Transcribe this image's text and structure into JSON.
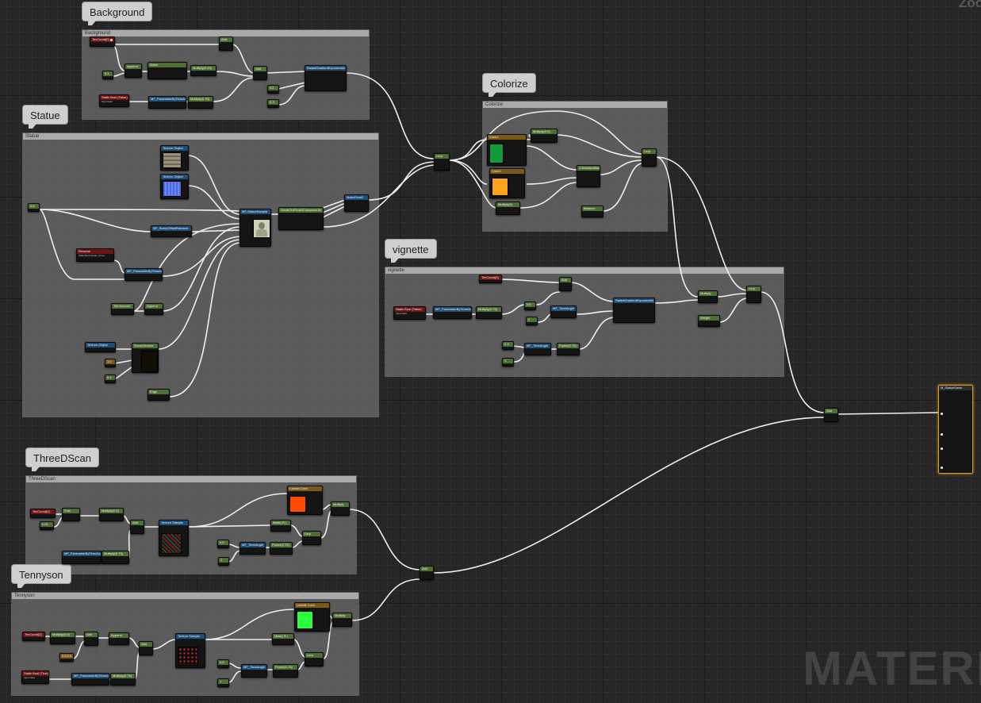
{
  "overlay": {
    "watermark": "MATERIA",
    "zoom_label": "Zoo"
  },
  "comments": [
    {
      "id": "background",
      "title": "Background",
      "header": "Background"
    },
    {
      "id": "statue",
      "title": "Statue",
      "header": "Statue"
    },
    {
      "id": "colorize",
      "title": "Colorize",
      "header": "Colorize"
    },
    {
      "id": "vignette",
      "title": "vignette",
      "header": "vignette"
    },
    {
      "id": "threedscan",
      "title": "ThreeDScan",
      "header": "ThreeDScan"
    },
    {
      "id": "tennyson",
      "title": "Tennyson",
      "header": "Tennyson"
    }
  ],
  "nodes": {
    "bg_texcoord": {
      "title": "TexCoord[0]"
    },
    "bg_const1": {
      "title": "0.1"
    },
    "bg_append": {
      "title": "Append"
    },
    "bg_noise": {
      "title": "Noise"
    },
    "bg_multiply1": {
      "title": "Multiply(0.25)"
    },
    "bg_add1": {
      "title": "Add"
    },
    "bg_add2": {
      "title": "Add"
    },
    "bg_static_bool": {
      "title": "Static Bool (False)",
      "subtitle": "Input Data"
    },
    "bg_mf_param": {
      "title": "MF_ParameterByTimeAngle"
    },
    "bg_multiply2": {
      "title": "Multiply(0.75)"
    },
    "bg_const2": {
      "title": "0.5"
    },
    "bg_const3": {
      "title": "0.3"
    },
    "bg_radial": {
      "title": "RadialGradientExponential"
    },
    "main_lerp": {
      "title": "Lerp"
    },
    "st_texobj1": {
      "title": "Texture Object"
    },
    "st_texobj2": {
      "title": "Texture Object"
    },
    "st_input": {
      "title": "0.8"
    },
    "st_mf_bumpoffset": {
      "title": "MF_BumpOffsetRandom"
    },
    "st_reverse": {
      "title": "Reverse",
      "subtitle": "Static Bool Param (True)"
    },
    "st_mf_paramsub": {
      "title": "MF_ParameterByTimeAngle"
    },
    "st_main": {
      "title": "MF-StatueSample"
    },
    "st_break": {
      "title": "BreakOutFloat4Components"
    },
    "st_make": {
      "title": "MakeFloat3"
    },
    "st_param1": {
      "title": "Tint Amount"
    },
    "st_append": {
      "title": "Append"
    },
    "st_texobj3": {
      "title": "Texture Object"
    },
    "st_const1": {
      "title": "1.0"
    },
    "st_const2": {
      "title": "0.4"
    },
    "st_scene": {
      "title": "SceneTexture"
    },
    "st_param2": {
      "title": "Edge"
    },
    "co_color1": {
      "title": "Color1"
    },
    "co_color2": {
      "title": "Color2"
    },
    "co_mult1": {
      "title": "Multiply(0.5)"
    },
    "co_mult2": {
      "title": "Multiply(2)"
    },
    "co_desat": {
      "title": "1-Desaturation"
    },
    "co_balance": {
      "title": "Balance"
    },
    "co_lerp": {
      "title": "Lerp"
    },
    "vi_texcoord": {
      "title": "TexCoord[0]"
    },
    "vi_static_bool": {
      "title": "Static Bool (False)",
      "subtitle": "Input Data"
    },
    "vi_mf_param": {
      "title": "MF_ParameterByTimeAngle"
    },
    "vi_multiply": {
      "title": "Multiply(0.75)"
    },
    "vi_add": {
      "title": "Add"
    },
    "vi_const1": {
      "title": "0.5"
    },
    "vi_const2": {
      "title": "1"
    },
    "vi_mf_time": {
      "title": "MF_TimeAngle"
    },
    "vi_radial": {
      "title": "RadialGradientExponential"
    },
    "vi_const3": {
      "title": "0.3"
    },
    "vi_const4": {
      "title": "1"
    },
    "vi_mf_time2": {
      "title": "MF_TimeAngle"
    },
    "vi_power": {
      "title": "Power(0.75)"
    },
    "vi_mult": {
      "title": "Multiply"
    },
    "vi_weight": {
      "title": "Weight"
    },
    "vi_lerp": {
      "title": "Lerp"
    },
    "final_add": {
      "title": "Add"
    },
    "tds_texcoord": {
      "title": "TexCoord[0]"
    },
    "tds_const1": {
      "title": "0.01"
    },
    "tds_frac": {
      "title": "Frac"
    },
    "tds_mult1": {
      "title": "Multiply(0.5)"
    },
    "tds_add": {
      "title": "Add"
    },
    "tds_mf_param": {
      "title": "MF_ParameterByTimeAngle"
    },
    "tds_mult2": {
      "title": "Multiply(0.75)"
    },
    "tds_texsample": {
      "title": "Texture Sample"
    },
    "tds_color": {
      "title": "LabelA Color"
    },
    "tds_mask": {
      "title": "Mask( R )"
    },
    "tds_const2": {
      "title": "0.5"
    },
    "tds_const3": {
      "title": "1"
    },
    "tds_mf_time": {
      "title": "MF_TimeAngle"
    },
    "tds_power": {
      "title": "Power(2.75)"
    },
    "tds_lerp": {
      "title": "Lerp"
    },
    "tds_mult3": {
      "title": "Multiply"
    },
    "merge_add": {
      "title": "Add"
    },
    "ten_texcoord": {
      "title": "TexCoord[0]"
    },
    "ten_mult1": {
      "title": "Multiply(0.5)"
    },
    "ten_add1": {
      "title": "Add"
    },
    "ten_const1": {
      "title": "0.5,0.5"
    },
    "ten_append": {
      "title": "Append"
    },
    "ten_add2": {
      "title": "Add"
    },
    "ten_static_bool": {
      "title": "Static Bool (True)",
      "subtitle": "Input Data"
    },
    "ten_mf_param": {
      "title": "MF_ParameterByTimeAngle"
    },
    "ten_mult2": {
      "title": "Multiply(0.75)"
    },
    "ten_texsample": {
      "title": "Texture Sample"
    },
    "ten_color": {
      "title": "LabelB Color"
    },
    "ten_mask": {
      "title": "Mask( R )"
    },
    "ten_const2": {
      "title": "0.5"
    },
    "ten_const3": {
      "title": "1"
    },
    "ten_mf_time": {
      "title": "MF_TimeAngle"
    },
    "ten_power": {
      "title": "Power(0.75)"
    },
    "ten_lerp": {
      "title": "Lerp"
    },
    "ten_mult3": {
      "title": "Multiply"
    },
    "output": {
      "title": "M_StatueSaver"
    }
  },
  "colors": {
    "wire": "#efefef",
    "color1_swatch": "#139a3c",
    "color2_swatch": "#ffa21c",
    "labelA_swatch": "#ff4a00",
    "labelB_swatch": "#29ff3c",
    "output_border": "#d59a2a"
  }
}
